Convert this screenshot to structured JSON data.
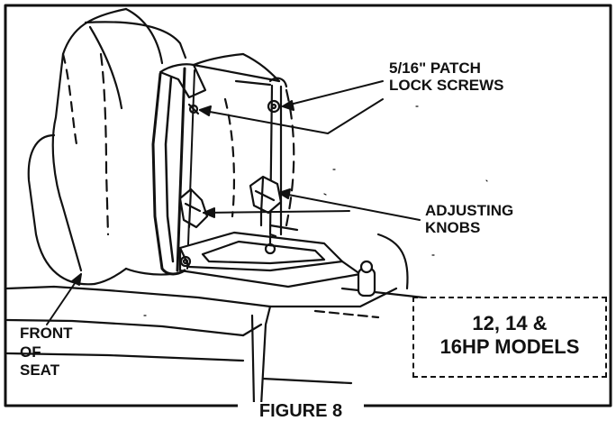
{
  "labels": {
    "patch_lock_screws": "5/16\" PATCH\nLOCK SCREWS",
    "adjusting_knobs": "ADJUSTING\nKNOBS",
    "front_of_seat": "FRONT\nOF\nSEAT"
  },
  "models": "12, 14 &\n16HP MODELS",
  "figure_caption": "FIGURE 8"
}
